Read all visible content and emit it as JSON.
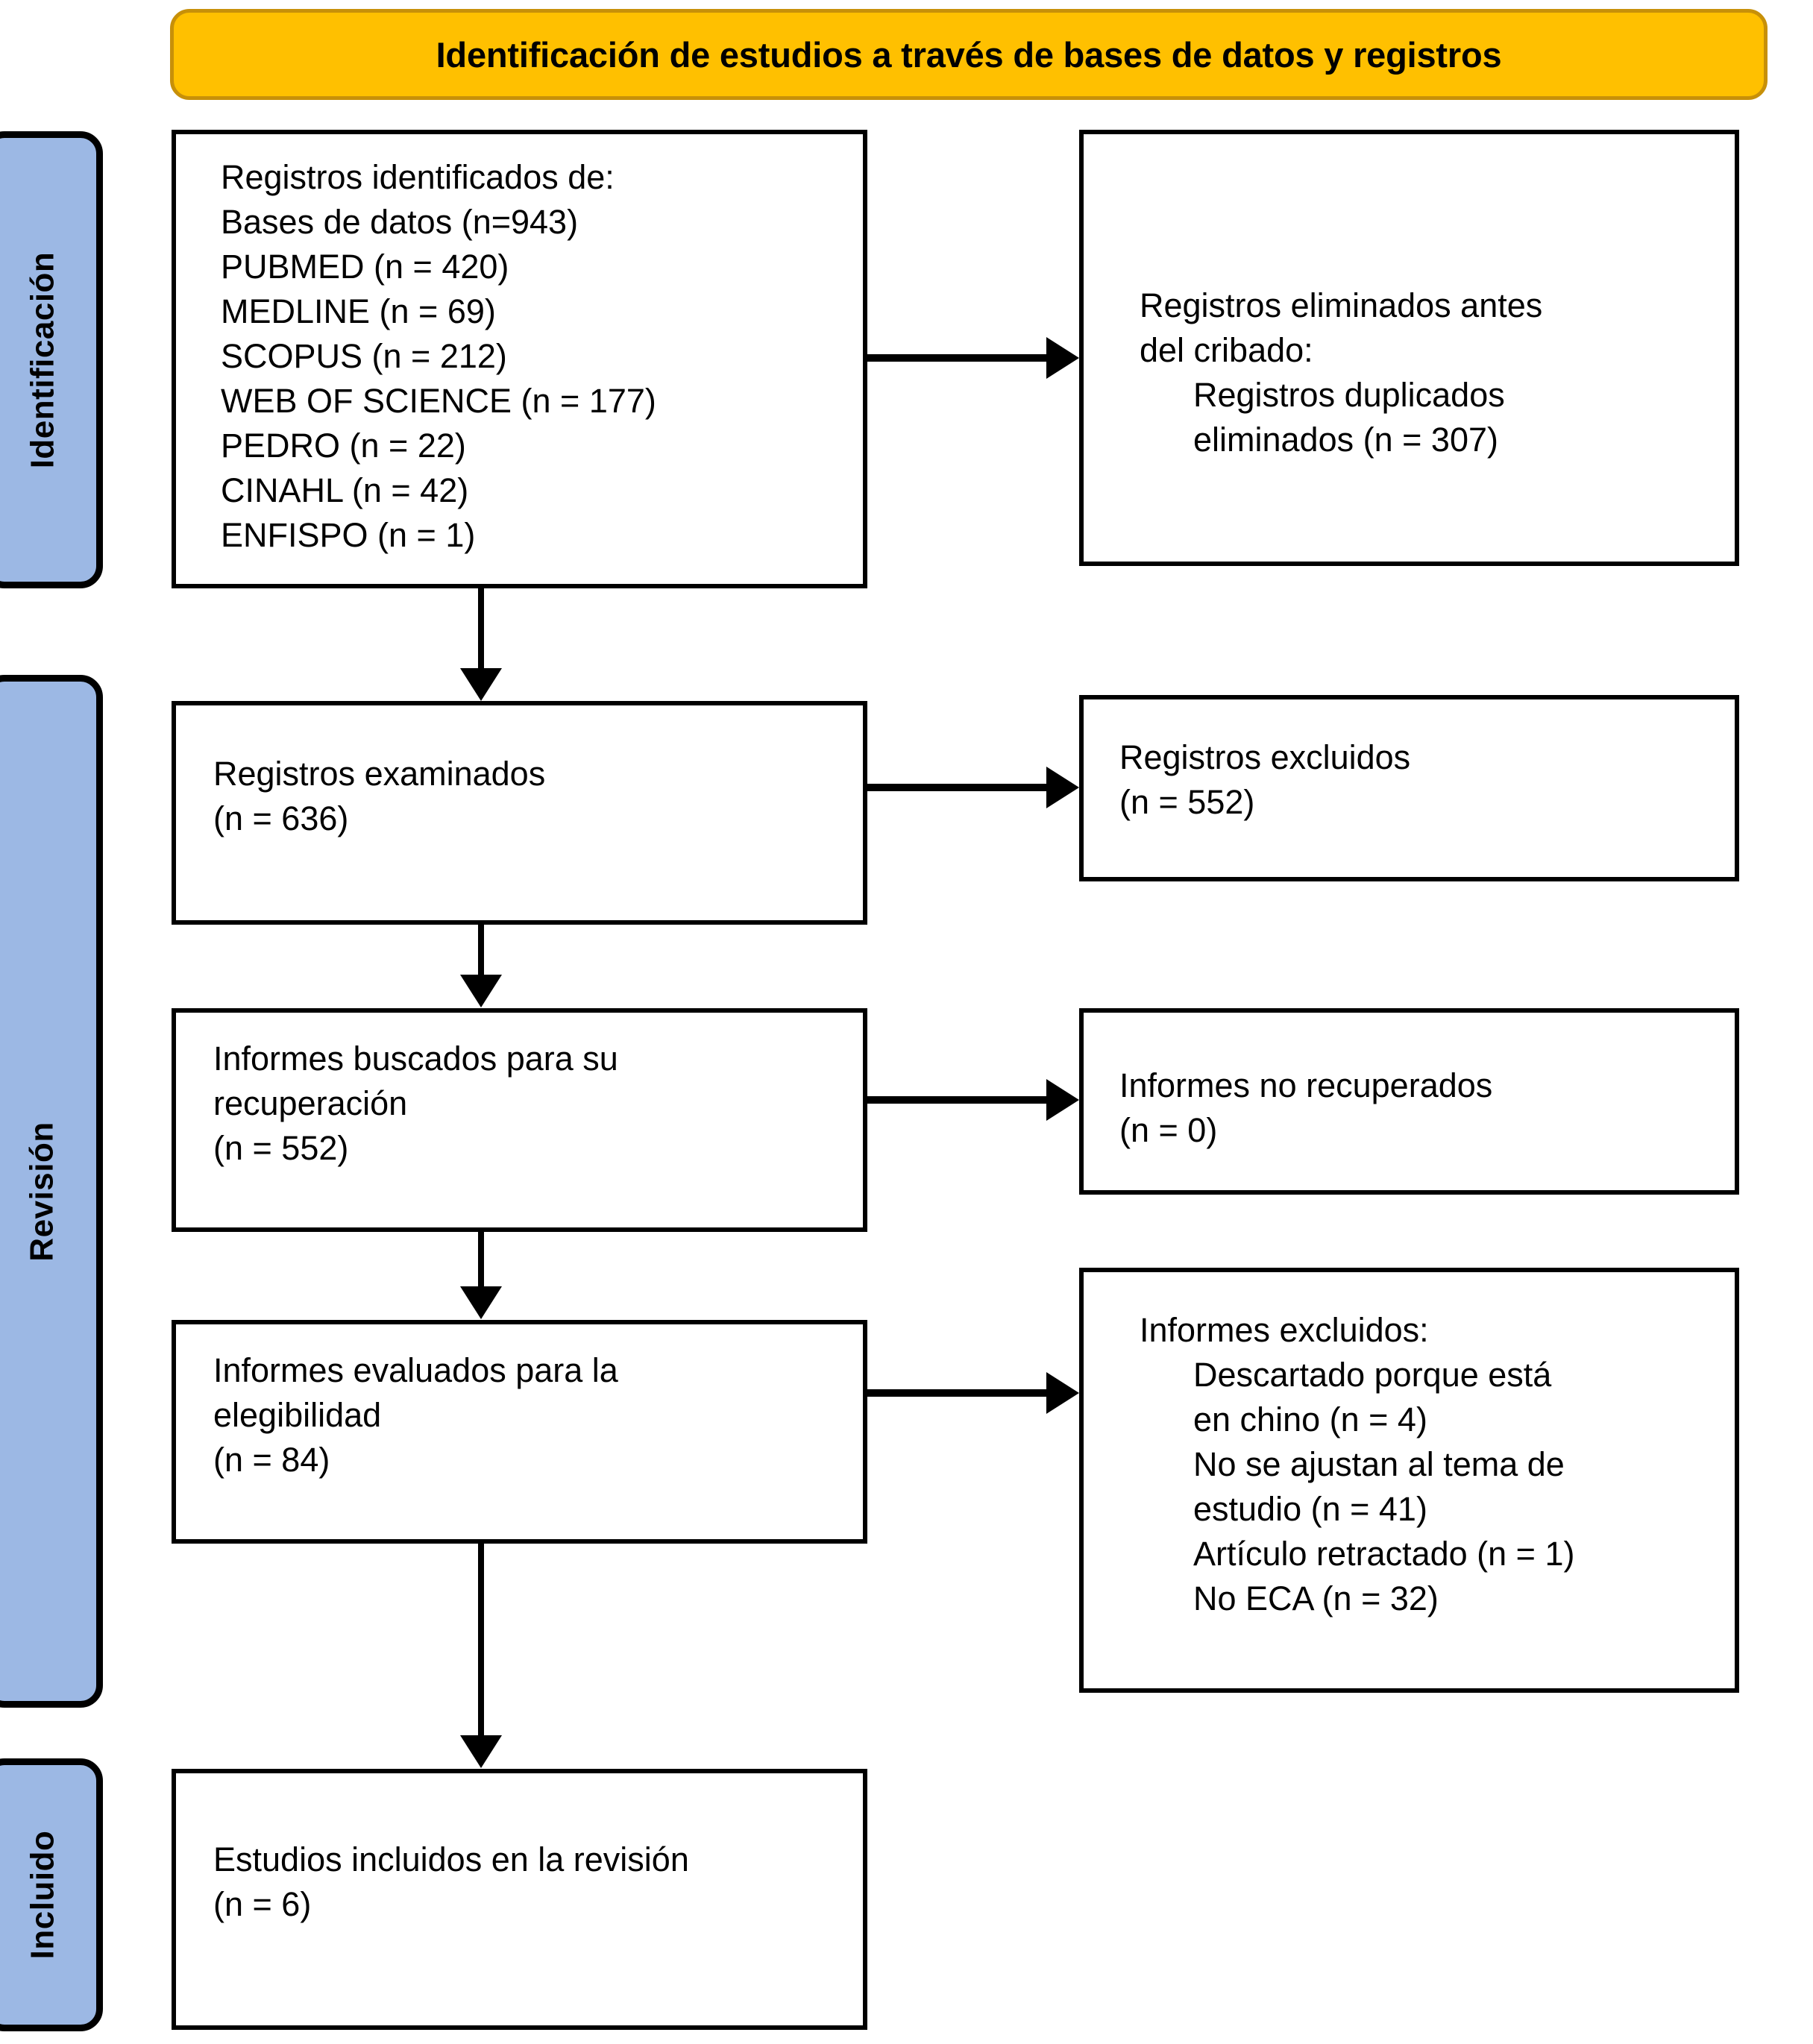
{
  "header": {
    "title": "Identificación de estudios a través de bases de datos y registros",
    "bg_color": "#FFC000",
    "border_color": "#C79009"
  },
  "stages": {
    "identification": "Identificación",
    "screening": "Revisión",
    "included": "Incluido",
    "bg_color": "#9CB8E4"
  },
  "boxes": {
    "identified": {
      "lines": [
        {
          "text": "Registros identificados de:",
          "indent": false
        },
        {
          "text": "Bases de datos (n=943)",
          "indent": false
        },
        {
          "text": "PUBMED (n = 420)",
          "indent": false
        },
        {
          "text": "MEDLINE (n = 69)",
          "indent": false
        },
        {
          "text": "SCOPUS (n = 212)",
          "indent": false
        },
        {
          "text": "WEB OF SCIENCE (n = 177)",
          "indent": false
        },
        {
          "text": "PEDRO (n = 22)",
          "indent": false
        },
        {
          "text": "CINAHL (n = 42)",
          "indent": false
        },
        {
          "text": "ENFISPO (n = 1)",
          "indent": false
        }
      ]
    },
    "removed_before_screening": {
      "lines": [
        {
          "text": "Registros eliminados antes",
          "indent": false
        },
        {
          "text": "del cribado:",
          "indent": false
        },
        {
          "text": "Registros duplicados",
          "indent": true
        },
        {
          "text": "eliminados (n = 307)",
          "indent": true
        }
      ]
    },
    "screened": {
      "lines": [
        {
          "text": "Registros examinados",
          "indent": false
        },
        {
          "text": "(n = 636)",
          "indent": false
        }
      ]
    },
    "records_excluded": {
      "lines": [
        {
          "text": "Registros excluidos",
          "indent": false
        },
        {
          "text": "(n = 552)",
          "indent": false
        }
      ]
    },
    "sought_for_retrieval": {
      "lines": [
        {
          "text": "Informes buscados para su",
          "indent": false
        },
        {
          "text": "recuperación",
          "indent": false
        },
        {
          "text": "(n = 552)",
          "indent": false
        }
      ]
    },
    "not_retrieved": {
      "lines": [
        {
          "text": "Informes no recuperados",
          "indent": false
        },
        {
          "text": "(n = 0)",
          "indent": false
        }
      ]
    },
    "assessed_eligibility": {
      "lines": [
        {
          "text": "Informes evaluados para la",
          "indent": false
        },
        {
          "text": "elegibilidad",
          "indent": false
        },
        {
          "text": "(n = 84)",
          "indent": false
        }
      ]
    },
    "reports_excluded": {
      "lines": [
        {
          "text": "Informes excluidos:",
          "indent": false
        },
        {
          "text": "Descartado porque está",
          "indent": true
        },
        {
          "text": "en chino (n = 4)",
          "indent": true
        },
        {
          "text": "No se ajustan al tema de",
          "indent": true
        },
        {
          "text": "estudio (n = 41)",
          "indent": true
        },
        {
          "text": "Artículo retractado (n = 1)",
          "indent": true
        },
        {
          "text": "No ECA (n = 32)",
          "indent": true
        }
      ]
    },
    "studies_included": {
      "lines": [
        {
          "text": "Estudios incluidos en la revisión",
          "indent": false
        },
        {
          "text": "(n = 6)",
          "indent": false
        }
      ]
    }
  }
}
